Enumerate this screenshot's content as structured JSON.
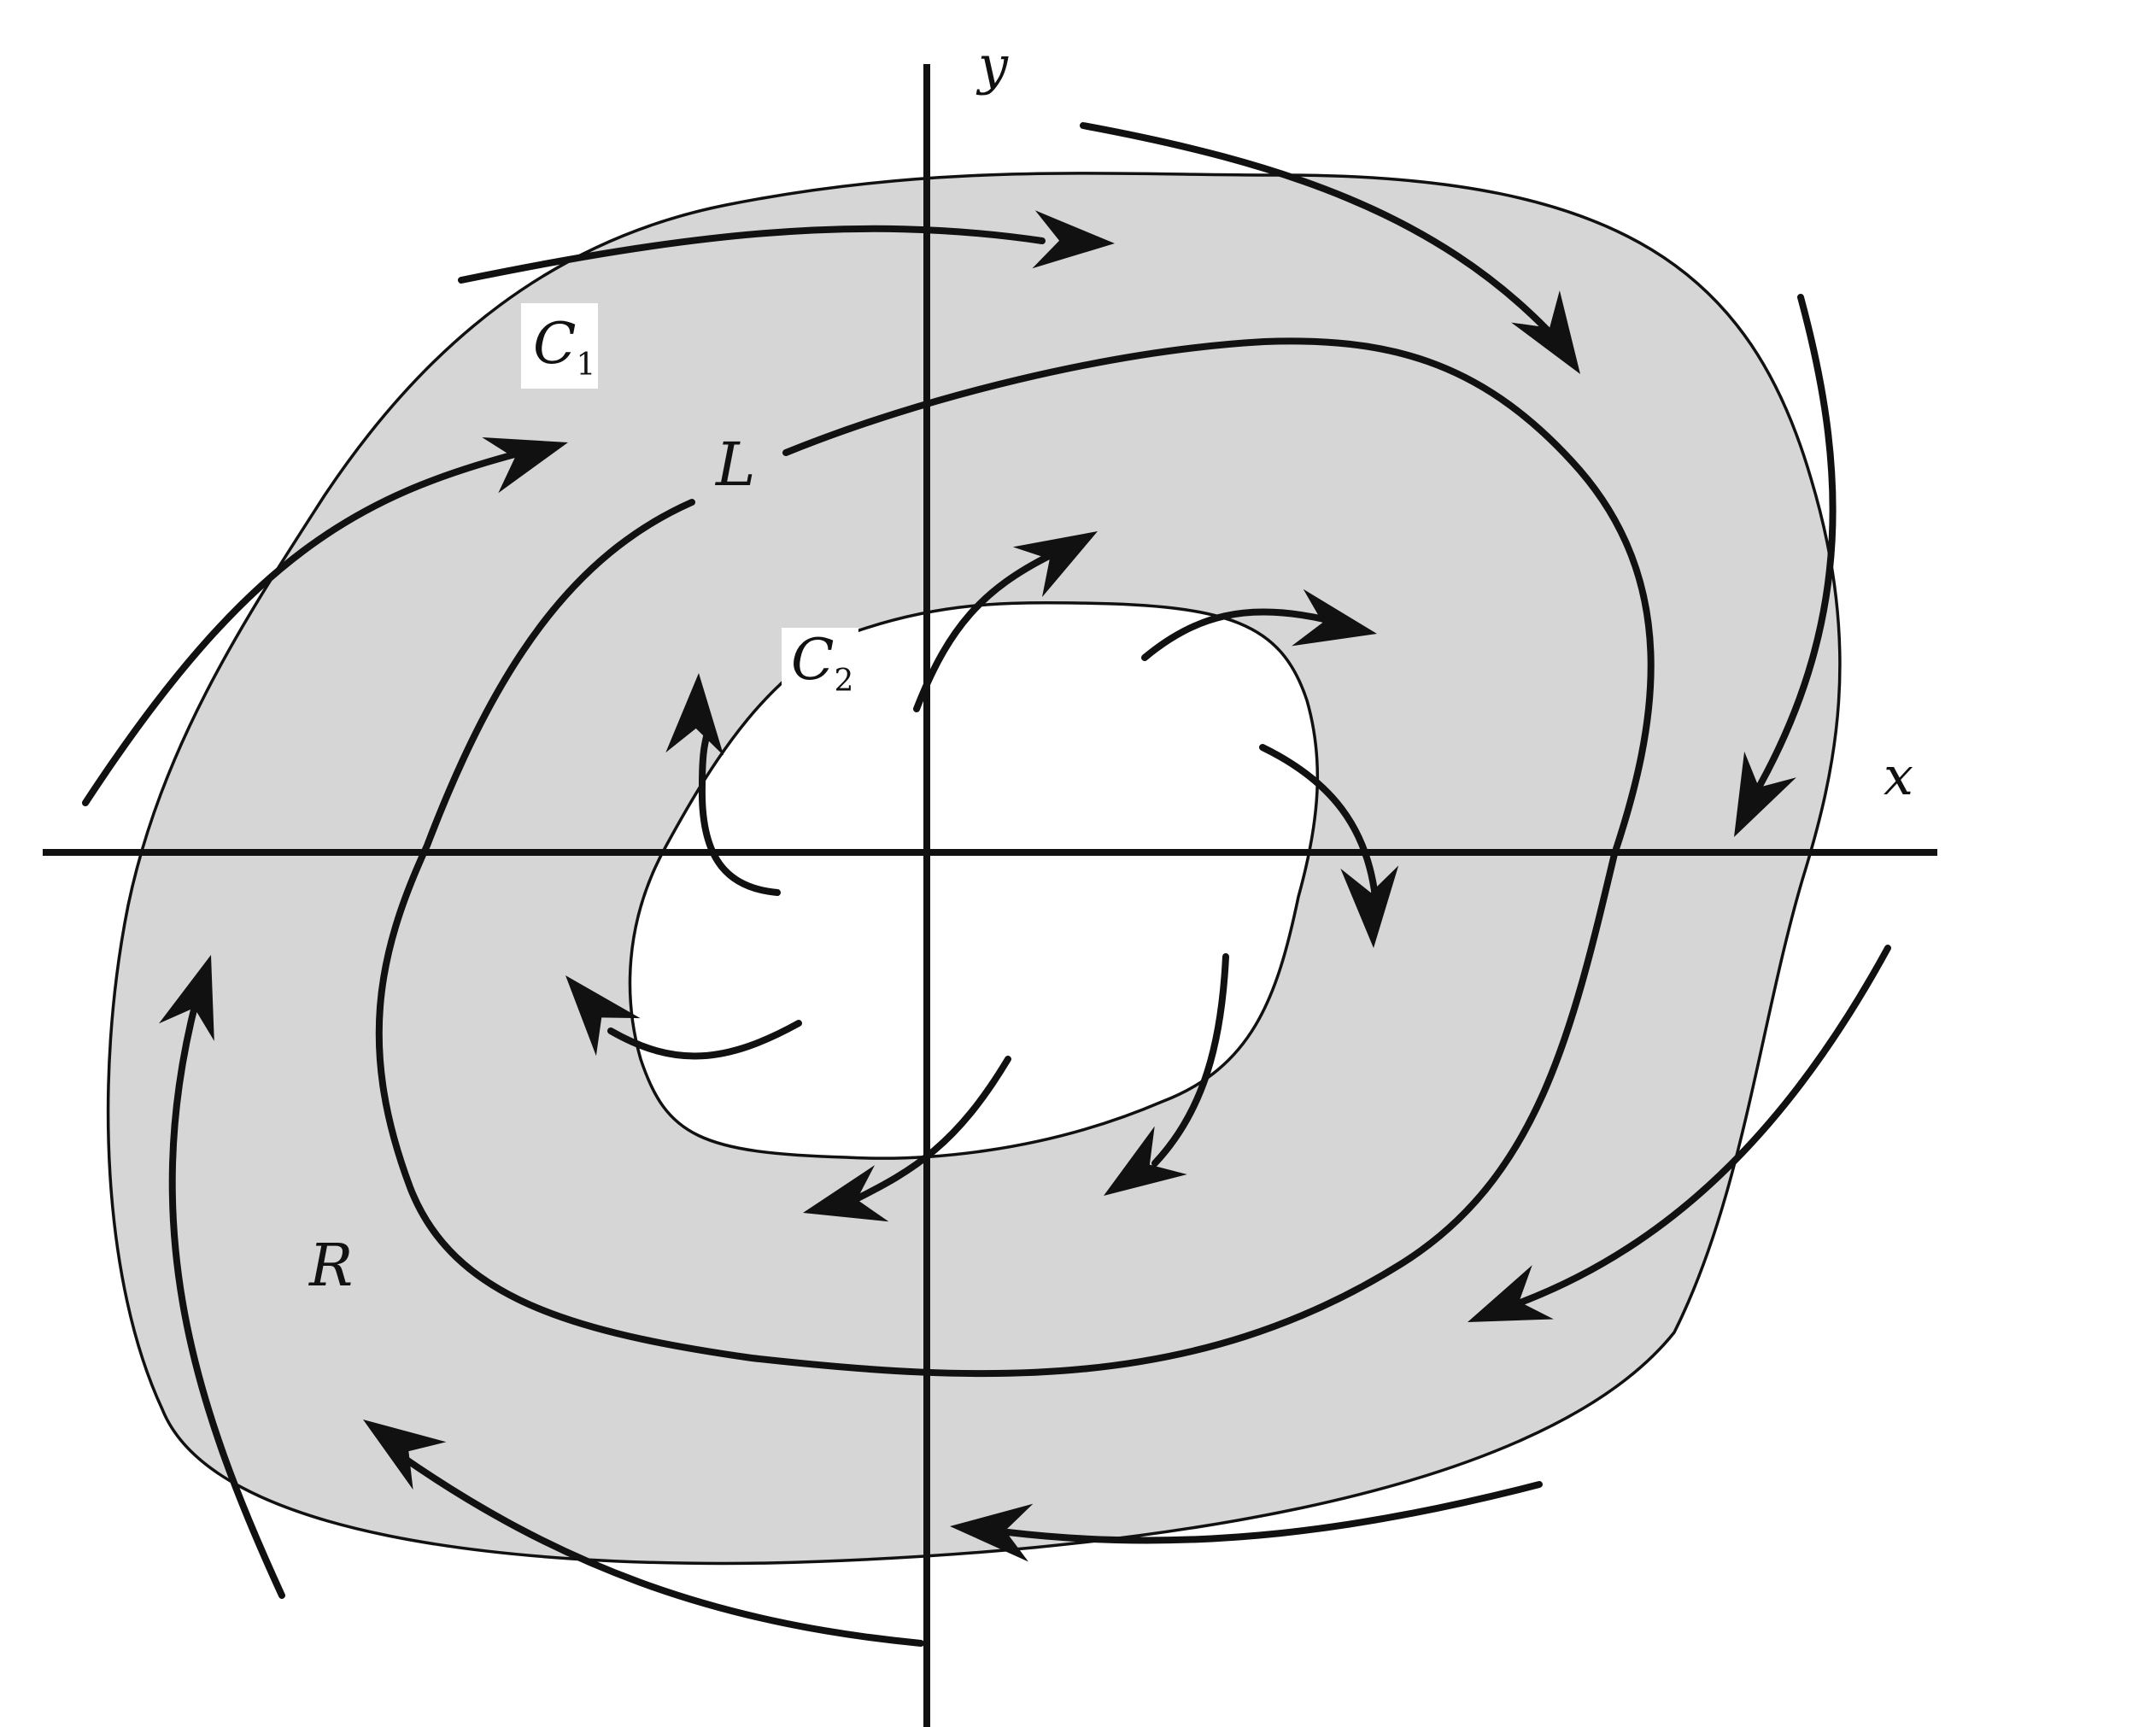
{
  "colors": {
    "region_fill": "#d6d6d6",
    "inner_fill": "#ffffff",
    "stroke": "#111111"
  },
  "labels": {
    "x_axis": "x",
    "y_axis": "y",
    "outer_curve": "C",
    "outer_curve_subscript": "1",
    "inner_curve": "C",
    "inner_curve_subscript": "2",
    "limit_cycle": "L",
    "region": "R"
  }
}
